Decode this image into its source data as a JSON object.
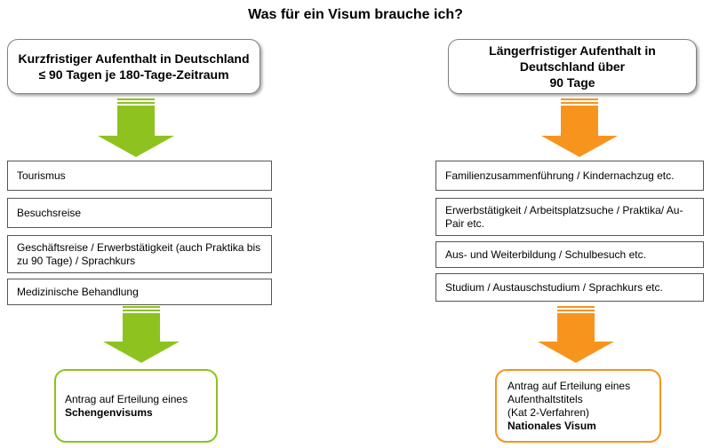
{
  "title": "Was für ein Visum brauche ich?",
  "colors": {
    "green": "#8dc21f",
    "orange": "#f7941d",
    "box_border": "#555555"
  },
  "left": {
    "header_line1": "Kurzfristiger Aufenthalt in Deutschland",
    "header_line2": "≤ 90 Tagen je 180-Tage-Zeitraum",
    "items": [
      "Tourismus",
      "Besuchsreise",
      "Geschäftsreise / Erwerbstätigkeit (auch Praktika bis zu 90 Tage) / Sprachkurs",
      "Medizinische Behandlung"
    ],
    "result_line1": "Antrag auf Erteilung eines",
    "result_bold": "Schengenvisums"
  },
  "right": {
    "header_line1": "Längerfristiger Aufenthalt in",
    "header_line2": "Deutschland über",
    "header_line3": "90 Tage",
    "items": [
      "Familienzusammenführung / Kindernachzug etc.",
      "Erwerbstätigkeit / Arbeitsplatzsuche / Praktika/ Au-Pair etc.",
      "Aus- und Weiterbildung / Schulbesuch etc.",
      "Studium / Austauschstudium / Sprachkurs etc."
    ],
    "result_line1": "Antrag auf Erteilung eines",
    "result_line2": "Aufenthaltstitels",
    "result_line3": "(Kat 2-Verfahren)",
    "result_bold": "Nationales Visum"
  }
}
